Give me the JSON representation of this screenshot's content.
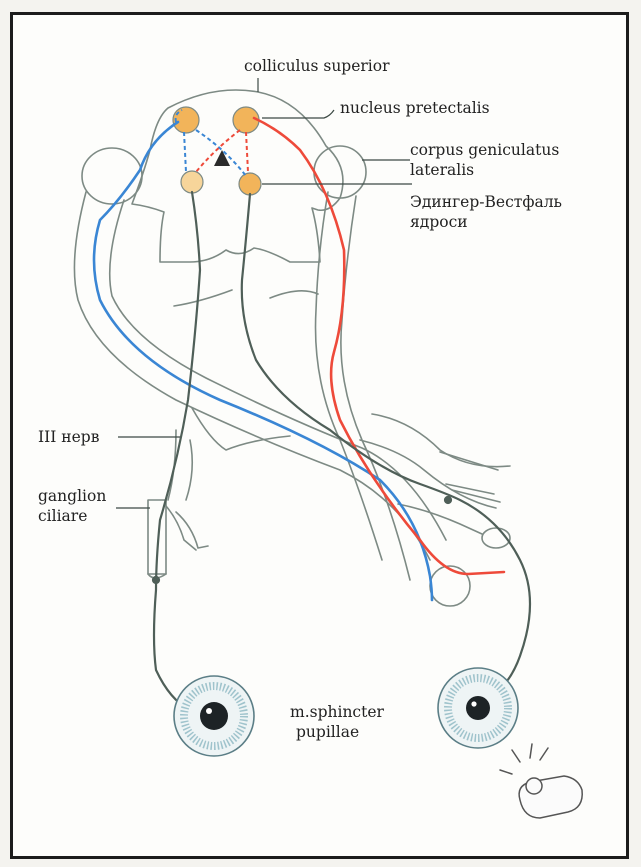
{
  "labels": {
    "colliculus_superior": "colliculus superior",
    "nucleus_pretectalis": "nucleus pretectalis",
    "corpus_geniculatus_1": "corpus geniculatus",
    "corpus_geniculatus_2": "lateralis",
    "edinger_westphal_1": "Эдингер-Вестфаль",
    "edinger_westphal_2": "ядроси",
    "third_nerve": "III нерв",
    "ganglion_1": "ganglion",
    "ganglion_2": "ciliare",
    "sphincter_1": "m.sphincter",
    "sphincter_2": "pupillae"
  },
  "colors": {
    "left_pathway": "#3a86d4",
    "right_pathway": "#ee4a3a",
    "nucleus_fill": "#f2b45a",
    "outline": "#7d8a84",
    "efferent": "#4f5f58"
  }
}
